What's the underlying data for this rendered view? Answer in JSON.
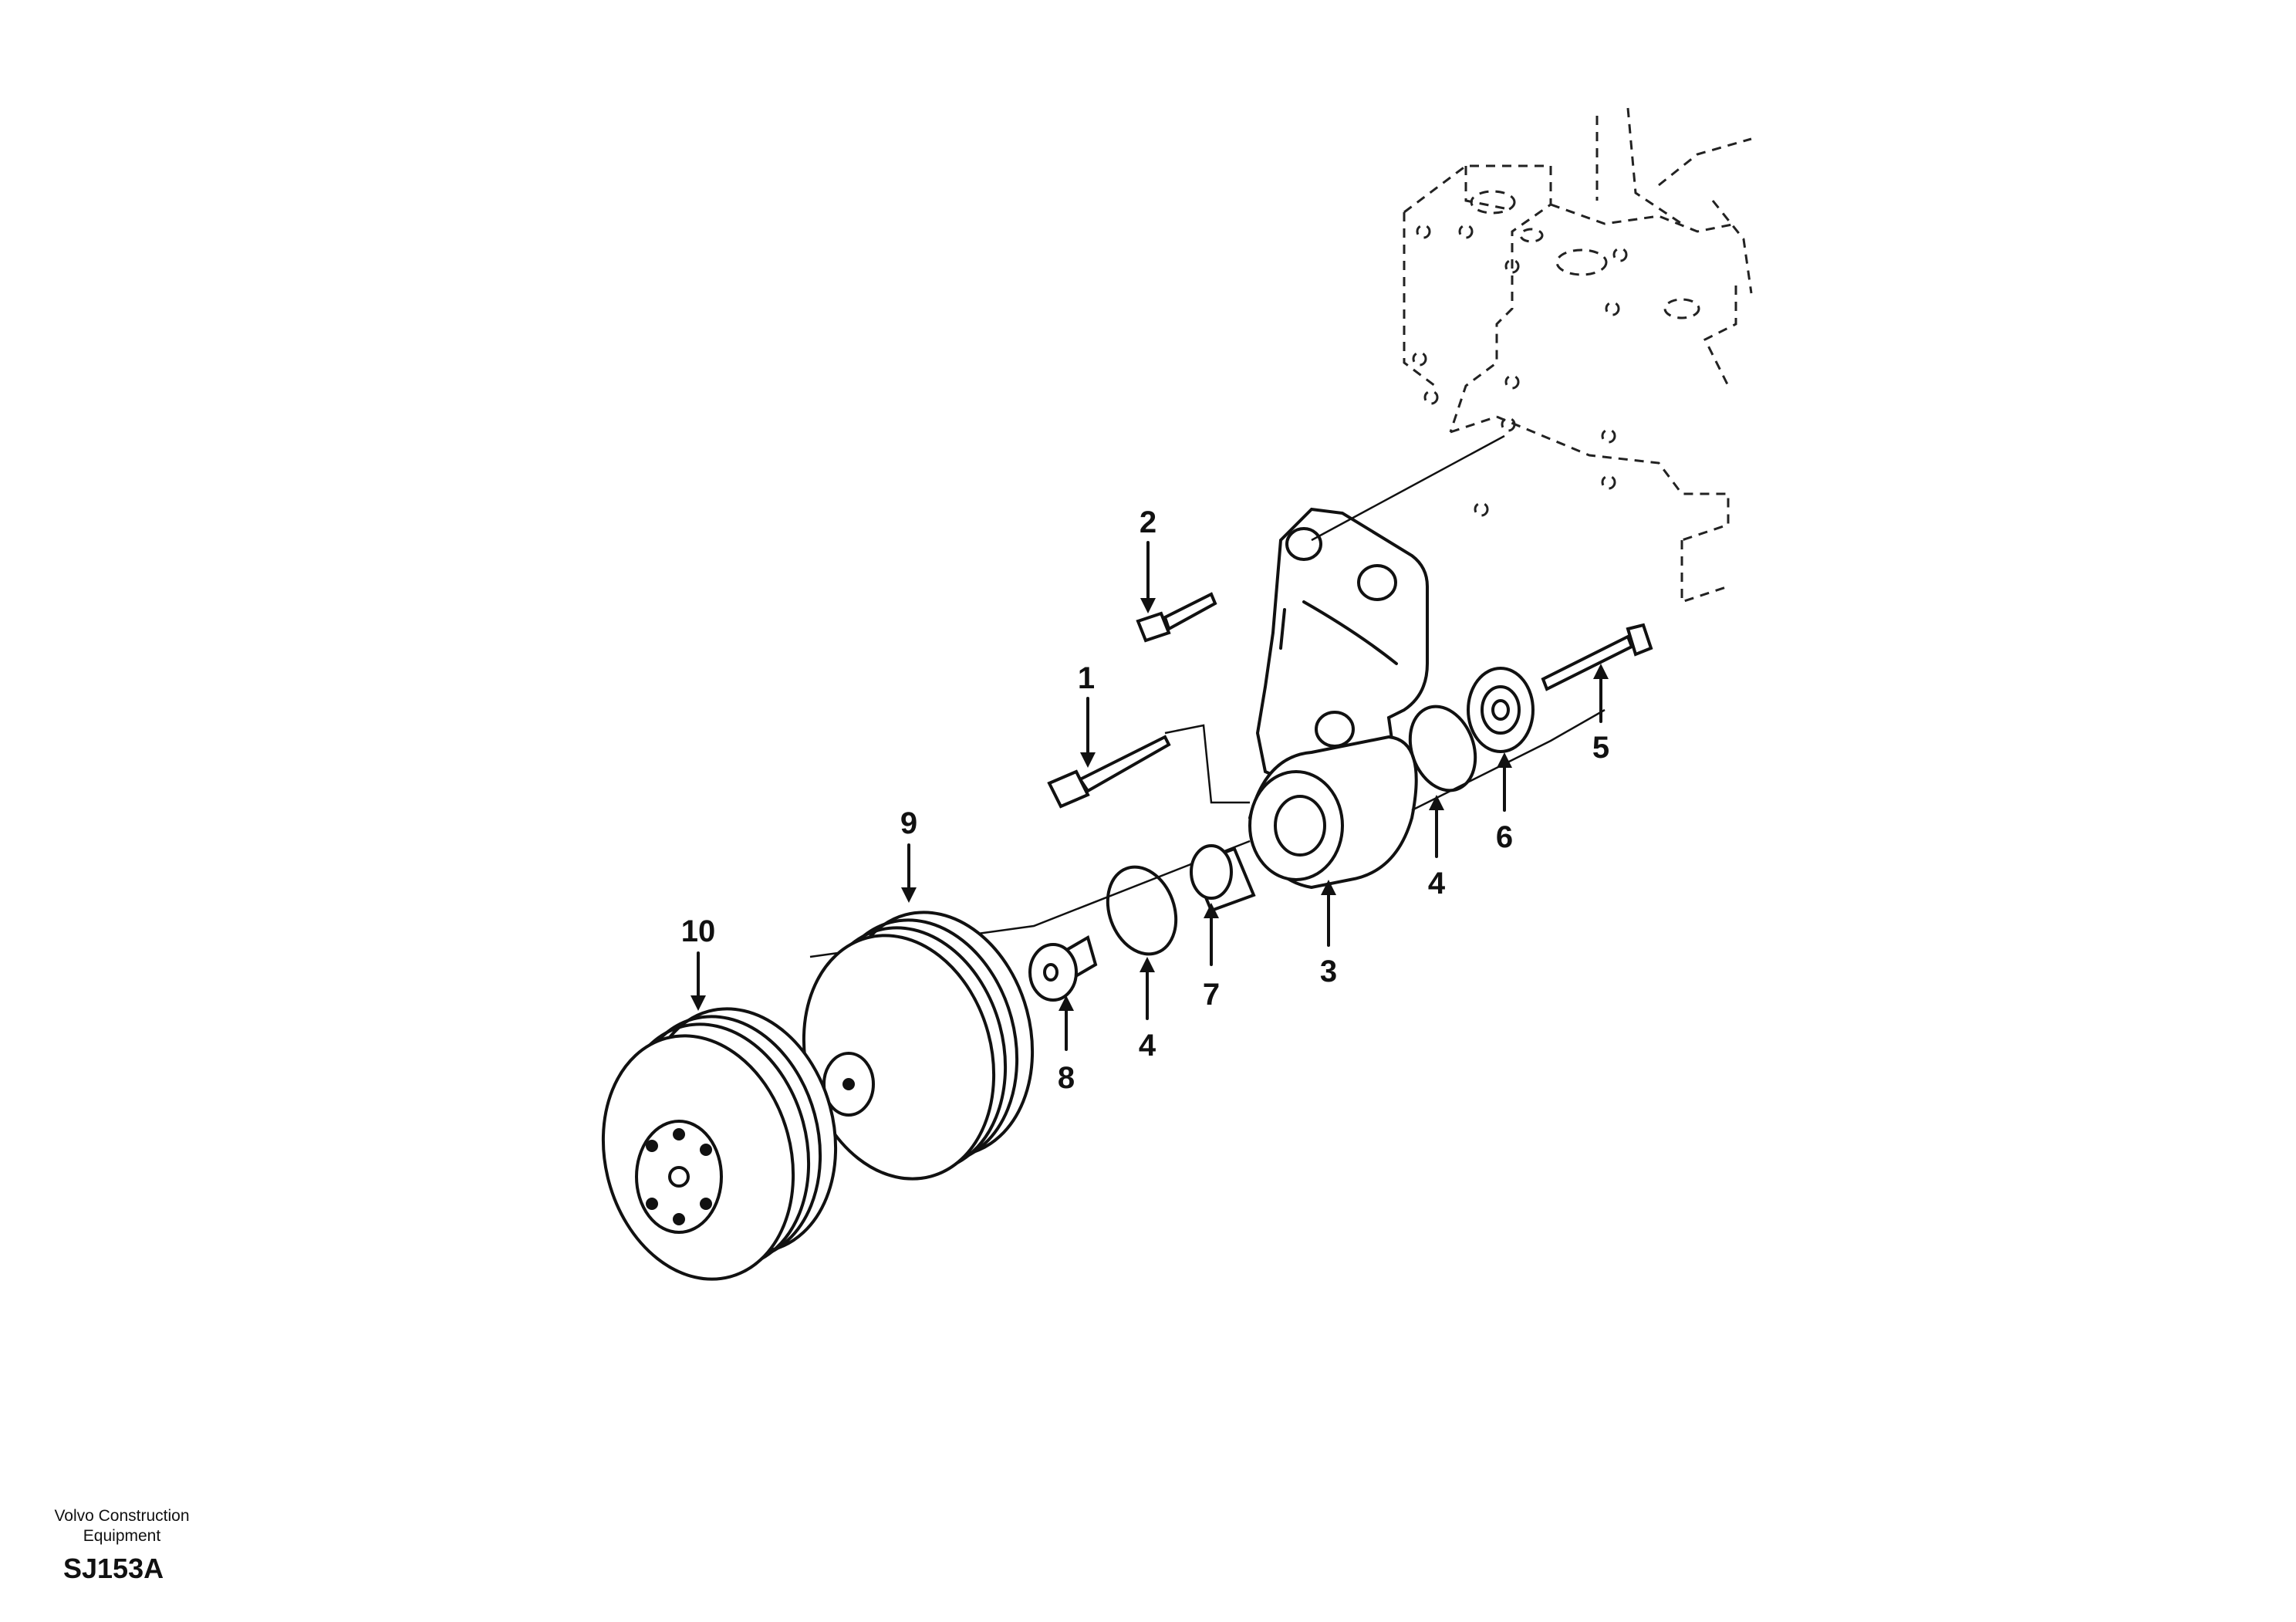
{
  "diagram": {
    "callouts": [
      {
        "id": "1",
        "label": "1"
      },
      {
        "id": "2",
        "label": "2"
      },
      {
        "id": "3",
        "label": "3"
      },
      {
        "id": "4a",
        "label": "4"
      },
      {
        "id": "4b",
        "label": "4"
      },
      {
        "id": "5",
        "label": "5"
      },
      {
        "id": "6",
        "label": "6"
      },
      {
        "id": "7",
        "label": "7"
      },
      {
        "id": "8",
        "label": "8"
      },
      {
        "id": "9",
        "label": "9"
      },
      {
        "id": "10",
        "label": "10"
      }
    ]
  },
  "footer": {
    "company_line1": "Volvo Construction",
    "company_line2": "Equipment",
    "figure_code": "SJ153A"
  }
}
